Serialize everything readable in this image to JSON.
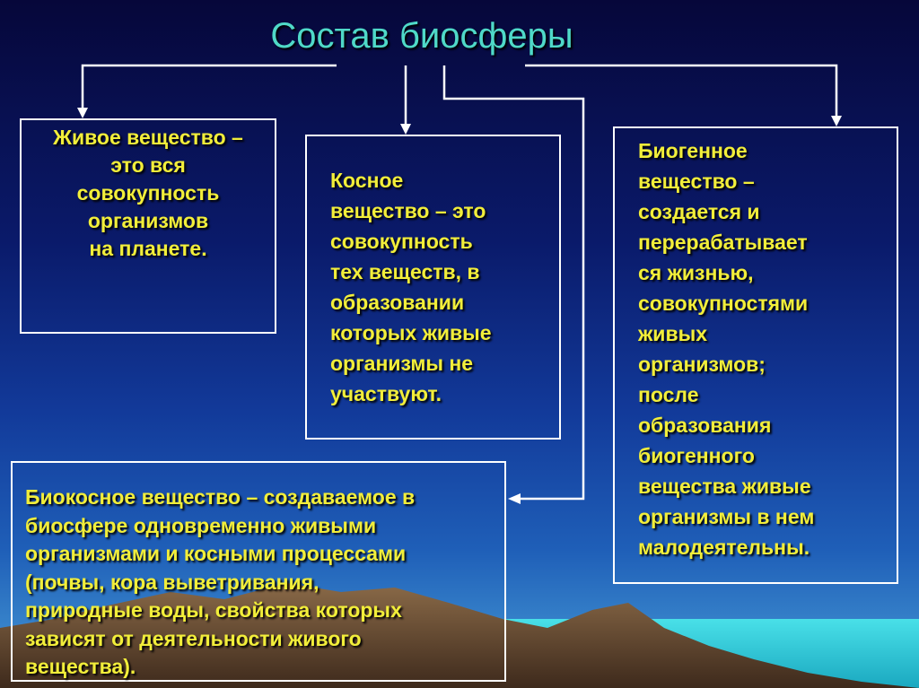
{
  "slide": {
    "title": "Состав биосферы"
  },
  "boxes": {
    "living": {
      "lines": [
        "Живое вещество –",
        "это вся",
        "совокупность",
        "организмов",
        "на планете."
      ]
    },
    "inert": {
      "lines": [
        "Косное",
        "вещество – это",
        "совокупность",
        "тех веществ, в",
        "образовании",
        "которых живые",
        "организмы не",
        "участвуют."
      ]
    },
    "biogenic": {
      "lines": [
        "Биогенное",
        "вещество –",
        "создается и",
        "перерабатывает",
        "ся жизнью,",
        "совокупностями",
        "живых",
        "организмов;",
        "после",
        "образования",
        "биогенного",
        "вещества живые",
        "организмы в нем",
        "малодеятельны."
      ]
    },
    "bioinert": {
      "lines": [
        "Биокосное вещество – создаваемое в",
        "биосфере одновременно живыми",
        "организмами и косными процессами",
        "(почвы, кора выветривания,",
        "природные воды, свойства которых",
        "зависят от деятельности живого",
        "вещества)."
      ]
    }
  },
  "colors": {
    "title": "#4fd9c8",
    "text": "#f2ee3a",
    "lines": "#ffffff",
    "mountains": "#6b4a32"
  }
}
